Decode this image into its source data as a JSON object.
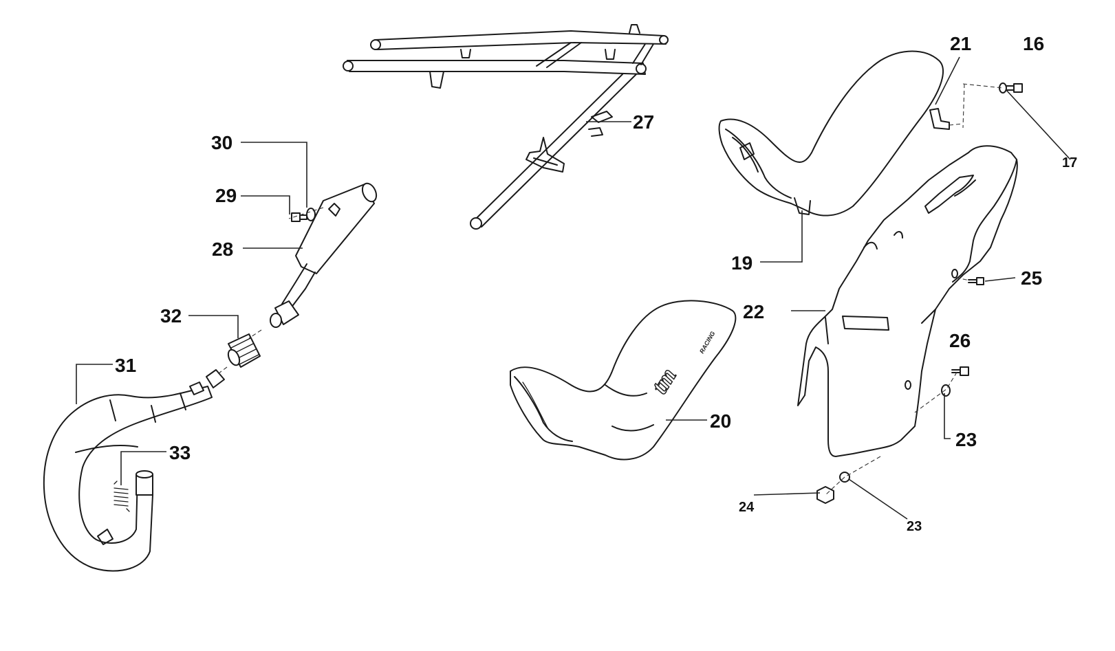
{
  "callouts": {
    "c16": "16",
    "c17": "17",
    "c19": "19",
    "c20": "20",
    "c21": "21",
    "c22": "22",
    "c23a": "23",
    "c23b": "23",
    "c24": "24",
    "c25": "25",
    "c26": "26",
    "c27": "27",
    "c28": "28",
    "c29": "29",
    "c30": "30",
    "c31": "31",
    "c32": "32",
    "c33": "33"
  },
  "seat_logo": {
    "brand": "tm",
    "sub": "RACING"
  }
}
